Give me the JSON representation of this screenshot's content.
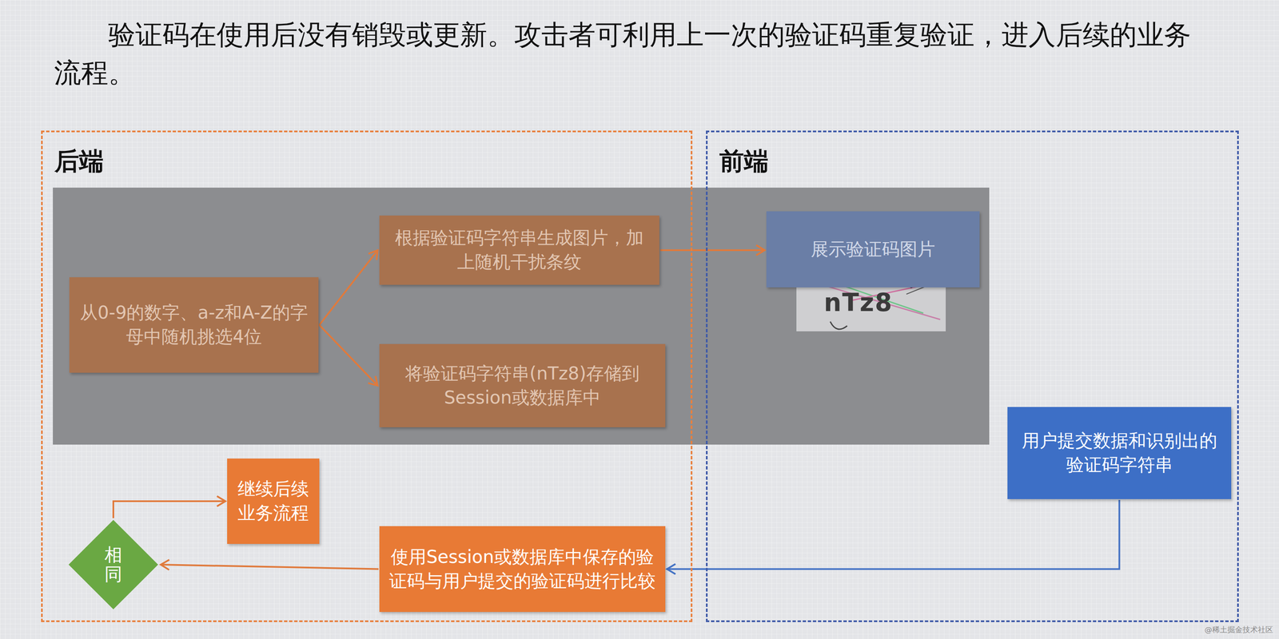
{
  "diagram": {
    "title": "验证码在使用后没有销毁或更新。攻击者可利用上一次的验证码重复验证，进入后续的业务流程。",
    "nodes": [
      {
        "text": [
          "后端"
        ]
      },
      {
        "text": [
          "前端"
        ]
      },
      {
        "text": [
          "从0-9的数字、a-z和A-Z的字母中随机挑选4位"
        ],
        "in": 0
      },
      {
        "text": [
          "根据验证码字符串生成图片，加上随机干扰条纹"
        ],
        "in": 0
      },
      {
        "text": [
          "将验证码字符串(nTz8)存储到Session或数据库中"
        ],
        "in": 0
      },
      {
        "text": [
          "展示验证码图片"
        ],
        "in": 1
      },
      {
        "text": [
          "用户提交数据和识别出的验证码字符串"
        ],
        "in": 1
      },
      {
        "text": [
          "使用Session或数据库中保存的验证码与用户提交的验证码进行比较"
        ],
        "in": 0
      },
      {
        "text": [
          "相同"
        ],
        "in": 0
      },
      {
        "text": [
          "继续后续业务流程"
        ],
        "in": 0
      }
    ],
    "edges": [
      {
        "from": 2,
        "to": 3,
        "arrow": "to"
      },
      {
        "from": 2,
        "to": 4,
        "arrow": "to"
      },
      {
        "from": 3,
        "to": 5,
        "arrow": "to"
      },
      {
        "from": 6,
        "to": 7,
        "arrow": "to"
      },
      {
        "from": 7,
        "to": 8,
        "arrow": "to"
      },
      {
        "from": 8,
        "to": 9,
        "arrow": "to"
      }
    ],
    "labels": [
      "nTz8",
      "@稀土掘金技术社区"
    ]
  }
}
